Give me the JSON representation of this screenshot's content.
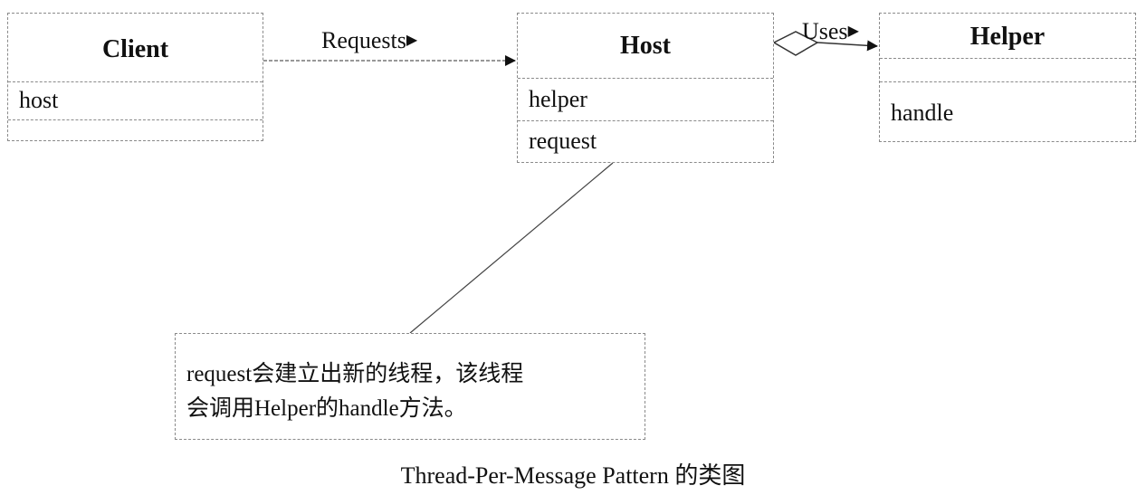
{
  "classes": {
    "client": {
      "name": "Client",
      "attributes": [
        "host"
      ]
    },
    "host": {
      "name": "Host",
      "attributes": [
        "helper",
        "request"
      ]
    },
    "helper": {
      "name": "Helper",
      "operations": [
        "handle"
      ]
    }
  },
  "associations": {
    "requests": {
      "label": "Requests",
      "direction_marker": "▶"
    },
    "uses": {
      "label": "Uses",
      "direction_marker": "▶"
    }
  },
  "note": {
    "line1": "request会建立出新的线程，该线程",
    "line2": "会调用Helper的handle方法。"
  },
  "caption": "Thread-Per-Message Pattern 的类图"
}
